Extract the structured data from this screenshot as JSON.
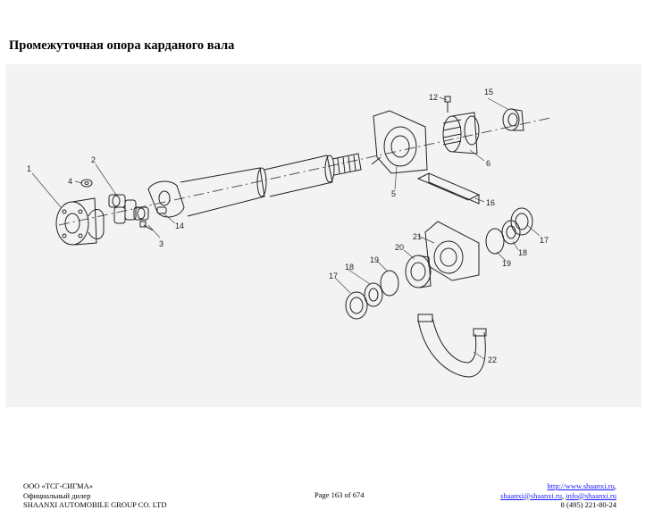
{
  "page": {
    "title": "Промежуточная опора карданого вала"
  },
  "figure": {
    "callouts": [
      "1",
      "2",
      "3",
      "4",
      "5",
      "6",
      "12",
      "14",
      "15",
      "16",
      "17",
      "18",
      "19",
      "20",
      "21",
      "22",
      "17",
      "18",
      "19"
    ]
  },
  "footer": {
    "company": "ООО «ТСГ-СИГМА»",
    "dealer": "Официальный дилер",
    "manufacturer": "SHAANXI AUTOMOBILE GROUP CO. LTD",
    "page_number": "Page 163 of 674",
    "website": "http://www.shaanxi.ru",
    "website_suffix": ",",
    "email1": "shaanxi@shaanxi.ru",
    "email_sep": ", ",
    "email2": "info@shaanxi.ru",
    "phone": "8 (495) 221-80-24"
  }
}
